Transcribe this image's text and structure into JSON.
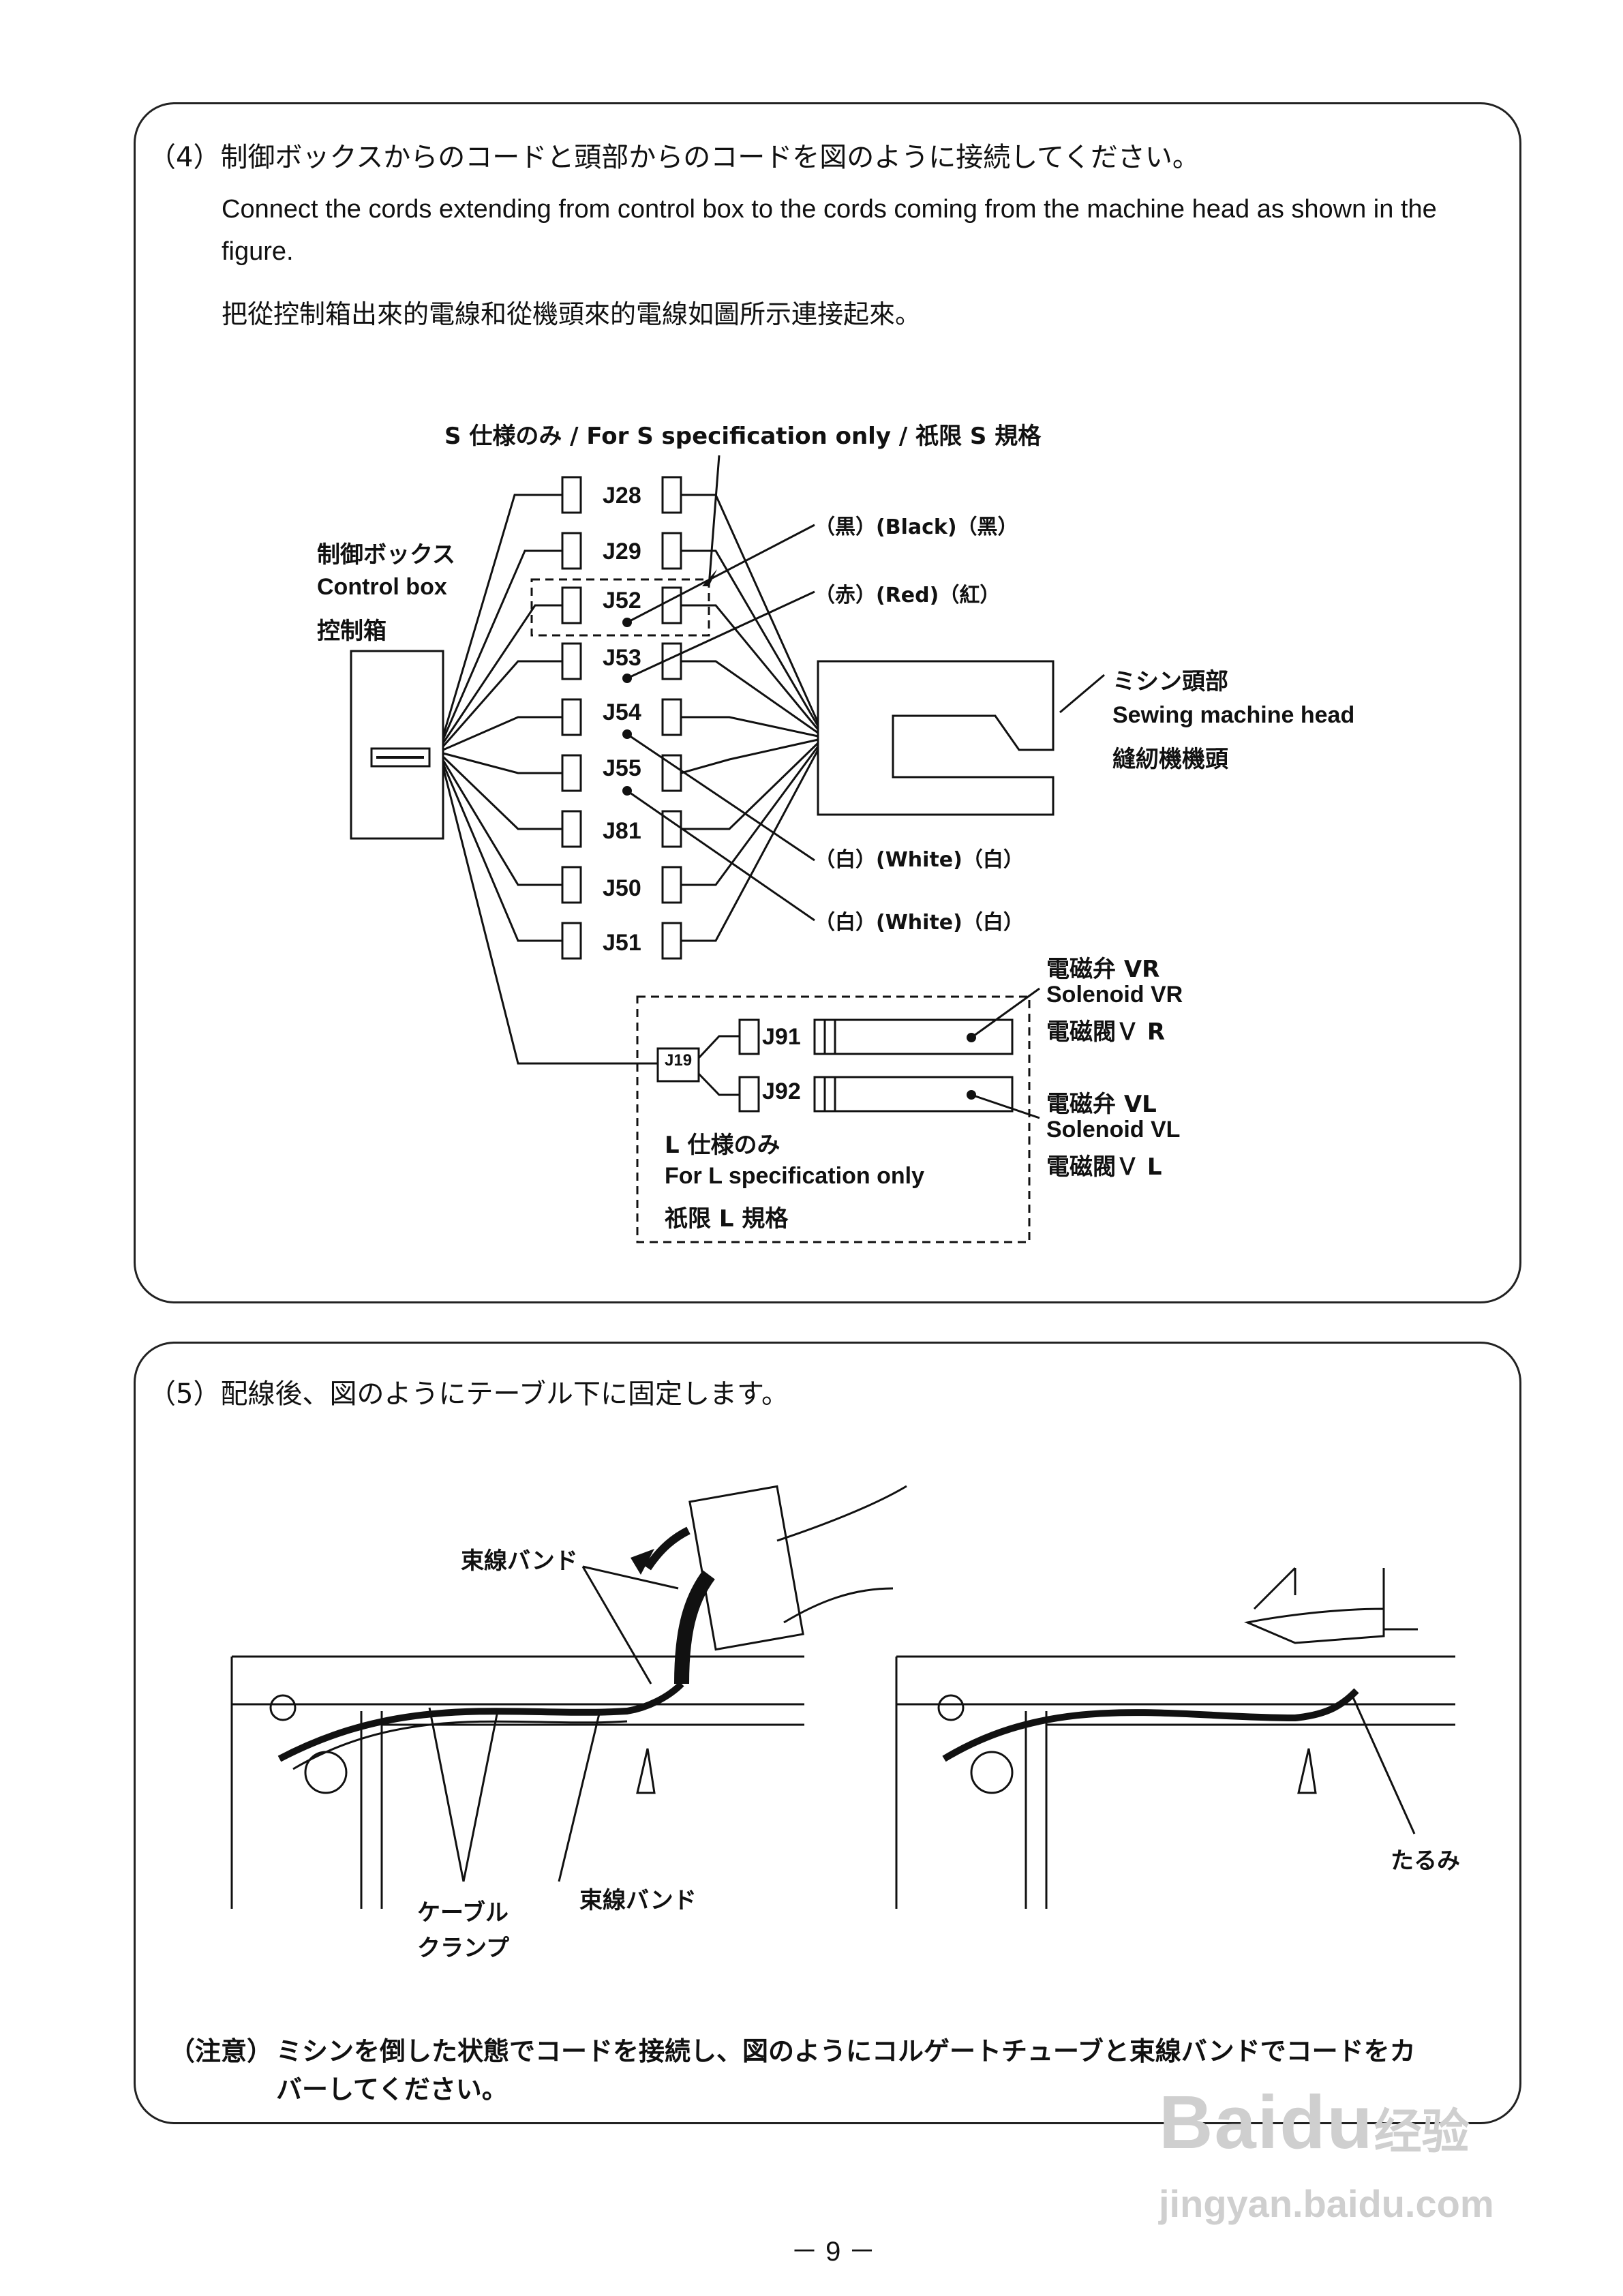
{
  "section4": {
    "heading_jp": "（4）制御ボックスからのコードと頭部からのコードを図のように接続してください。",
    "heading_en": "Connect the cords extending from control box to the cords coming from the machine head as shown in the figure.",
    "heading_zh": "把從控制箱出來的電線和從機頭來的電線如圖所示連接起來。",
    "s_spec_label": "S 仕様のみ / For S specification only /  祇限 S 規格",
    "control_box": {
      "jp": "制御ボックス",
      "en": "Control box",
      "zh": "控制箱"
    },
    "machine_head": {
      "jp": "ミシン頭部",
      "en": "Sewing machine head",
      "zh": "縫紉機機頭"
    },
    "connectors": [
      "J28",
      "J29",
      "J52",
      "J53",
      "J54",
      "J55",
      "J81",
      "J50",
      "J51"
    ],
    "wire_colors": {
      "black": "（黒）(Black)（黑）",
      "red": "（赤）(Red)（紅）",
      "white1": "（白）(White)（白）",
      "white2": "（白）(White)（白）"
    },
    "junction": "J19",
    "solenoid_connectors": [
      "J91",
      "J92"
    ],
    "solenoid_vr": {
      "jp": "電磁弁  VR",
      "en": "Solenoid VR",
      "zh": "電磁閥Ｖ R"
    },
    "solenoid_vl": {
      "jp": "電磁弁  VL",
      "en": "Solenoid VL",
      "zh": "電磁閥Ｖ L"
    },
    "l_spec": {
      "jp": "L 仕様のみ",
      "en": "For L specification only",
      "zh": "祇限 L 規格"
    }
  },
  "section5": {
    "heading_jp": "（5）配線後、図のようにテーブル下に固定します。",
    "band_label_top": "束線バンド",
    "band_label_bottom": "束線バンド",
    "cable_clamp": [
      "ケーブル",
      "クランプ"
    ],
    "slack_label": "たるみ",
    "note_label": "（注意）",
    "note_line1": "ミシンを倒した状態でコードを接続し、図のようにコルゲートチューブと束線バンドでコードをカ",
    "note_line2": "バーしてください。"
  },
  "page_number": "－ 9 －",
  "watermark": {
    "brand": "Bai",
    "brand2": "du",
    "cn": "经验",
    "url": "jingyan.baidu.com"
  }
}
